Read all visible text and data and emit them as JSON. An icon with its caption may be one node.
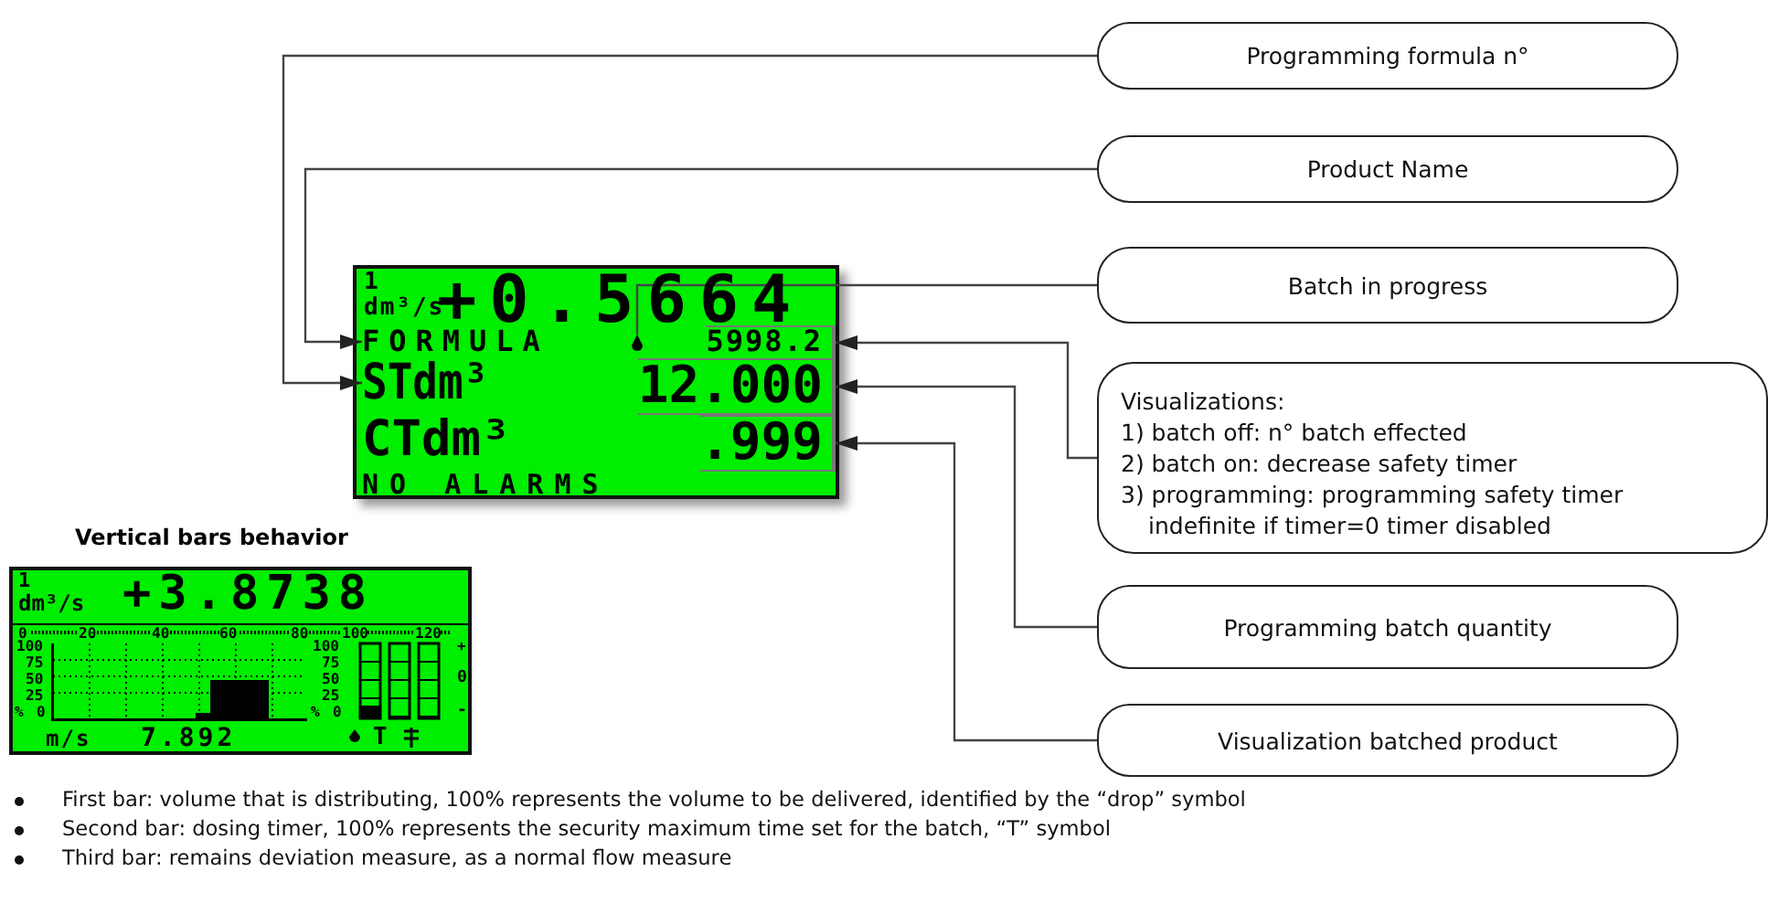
{
  "diagram": {
    "nodes": [
      {
        "text": [
          "Programming formula n°"
        ]
      },
      {
        "text": [
          "Product Name"
        ]
      },
      {
        "text": [
          "Batch in progress"
        ]
      },
      {
        "text": [
          "Visualizations:",
          "1) batch off: n° batch effected",
          "2) batch on: decrease safety timer",
          "3) programming: programming safety timer indefinite if timer=0 timer disabled"
        ]
      },
      {
        "text": [
          "Programming batch quantity"
        ]
      },
      {
        "text": [
          "Visualization batched product"
        ]
      },
      {
        "text": [
          "1",
          "dm³/s",
          "+0.5664",
          "CTdm³",
          "NO ALARMS"
        ]
      },
      {
        "text": [
          "FORMULA"
        ],
        "in": 6
      },
      {
        "text": [
          "STdm³"
        ],
        "in": 6
      },
      {
        "text": [
          "5998.2"
        ],
        "in": 6
      },
      {
        "text": [
          "12.000"
        ],
        "in": 6
      },
      {
        "text": [
          ".999"
        ],
        "in": 6
      },
      {
        "text": [],
        "shape": "picture",
        "in": 6
      },
      {
        "text": [
          "Vertical bars behavior",
          "1",
          "dm³/s",
          "+3.8738",
          "0",
          "20",
          "40",
          "60",
          "80",
          "100",
          "120",
          "100",
          "75",
          "50",
          "25",
          "%",
          "0",
          "100",
          "75",
          "50",
          "25",
          "%",
          "0",
          "+",
          "0",
          "-",
          "m/s",
          "7.892",
          "T"
        ]
      }
    ],
    "edges": [
      {
        "from": 0,
        "to": 8,
        "arrow": "to"
      },
      {
        "from": 1,
        "to": 7,
        "arrow": "to"
      },
      {
        "from": 2,
        "to": 12,
        "arrow": "none"
      },
      {
        "from": 3,
        "to": 9,
        "arrow": "to"
      },
      {
        "from": 4,
        "to": 10,
        "arrow": "to"
      },
      {
        "from": 5,
        "to": 11,
        "arrow": "to"
      }
    ],
    "labels": [
      "First bar: volume that is distributing, 100% represents the volume to be delivered, identified by the “drop” symbol",
      "Second bar: dosing timer, 100% represents the security maximum time set for the batch, “T” symbol",
      "Third bar: remains deviation measure, as a normal flow measure"
    ]
  }
}
